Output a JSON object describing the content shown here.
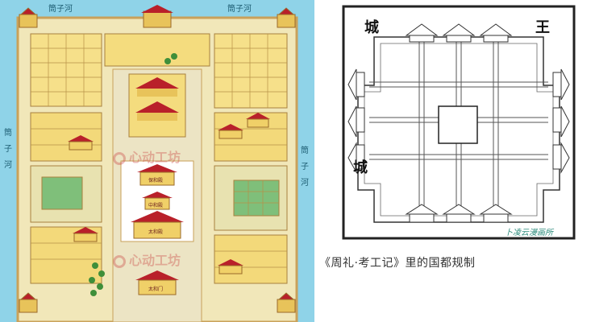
{
  "map": {
    "moat_labels": {
      "top_left": "筒子河",
      "top_right": "筒子河",
      "left": "筒子河",
      "right": "筒子河"
    },
    "halls": [
      {
        "label": "保和殿"
      },
      {
        "label": "中和殿"
      },
      {
        "label": "太和殿"
      },
      {
        "label": "太和门"
      }
    ],
    "watermarks": [
      "心动工坊",
      "心动工坊"
    ],
    "colors": {
      "moat": "#8fd3e8",
      "ground": "#f1e7b9",
      "wall": "#c9a15a",
      "roof": "#f0d068",
      "hall": "#b9202a"
    }
  },
  "diagram": {
    "left_char": "城",
    "right_char": "王",
    "signature": "卜凌云漫画所"
  },
  "caption": "《周礼·考工记》里的国都规制"
}
